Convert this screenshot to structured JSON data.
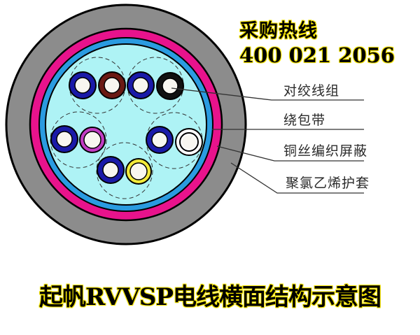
{
  "hotline": {
    "title": "采购热线",
    "phone": "400 021 2056"
  },
  "labels": [
    {
      "text": "对绞线组",
      "part": "twisted-pair-group"
    },
    {
      "text": "绕包带",
      "part": "wrapping-tape"
    },
    {
      "text": "铜丝编织屏蔽",
      "part": "copper-braid-shield"
    },
    {
      "text": "聚氯乙烯护套",
      "part": "pvc-sheath"
    }
  ],
  "caption": "起帆RVVSP电线横面结构示意图",
  "colors": {
    "sheath": "#8c8c8c",
    "shield": "#e8138c",
    "tape": "#2a9be0",
    "filler": "#aef3f5",
    "outline": "#000000",
    "conductor_core": "#f8f6f0",
    "text_outline": "#f5e400"
  },
  "conductors": [
    {
      "pair": 1,
      "color": "#1a1aa8"
    },
    {
      "pair": 1,
      "color": "#6b1a14"
    },
    {
      "pair": 2,
      "color": "#1a1aa8"
    },
    {
      "pair": 2,
      "color": "#111111"
    },
    {
      "pair": 3,
      "color": "#1a1aa8"
    },
    {
      "pair": 3,
      "color": "#c23cc4"
    },
    {
      "pair": 4,
      "color": "#1a1aa8"
    },
    {
      "pair": 4,
      "color": "#ffffff"
    },
    {
      "pair": 5,
      "color": "#1a1aa8"
    },
    {
      "pair": 5,
      "color": "#f2ea3a"
    }
  ]
}
